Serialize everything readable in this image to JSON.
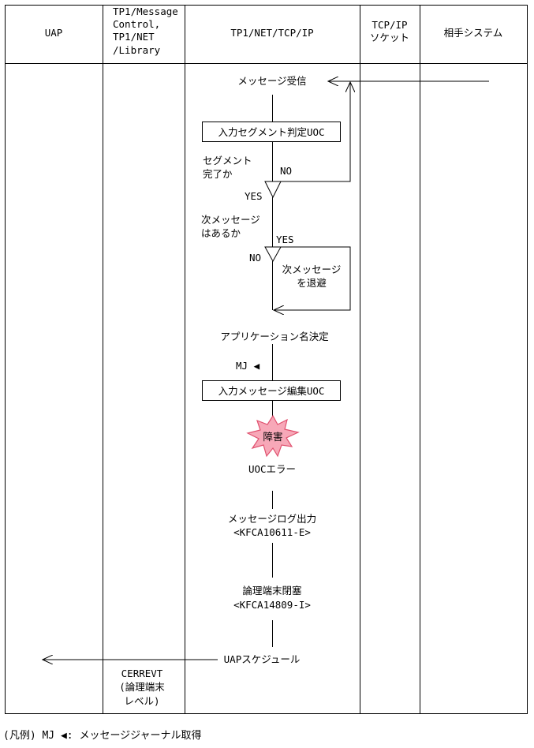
{
  "columns": {
    "uap": "UAP",
    "library": [
      "TP1/Message",
      "Control,",
      "TP1/NET",
      "/Library"
    ],
    "tcpip": "TP1/NET/TCP/IP",
    "socket": [
      "TCP/IP",
      "ソケット"
    ],
    "remote": "相手システム"
  },
  "flow": {
    "receive": "メッセージ受信",
    "segment_uoc": "入力セグメント判定UOC",
    "segment_question": [
      "セグメント",
      "完了か"
    ],
    "no1": "NO",
    "yes1": "YES",
    "next_question": [
      "次メッセージ",
      "はあるか"
    ],
    "yes2": "YES",
    "no2": "NO",
    "save_next": [
      "次メッセージ",
      "を退避"
    ],
    "app_name": "アプリケーション名決定",
    "mj_label": "MJ ◀",
    "edit_uoc": "入力メッセージ編集UOC",
    "fault": "障害",
    "uoc_error": "UOCエラー",
    "log_output": [
      "メッセージログ出力",
      "<KFCA10611-E>"
    ],
    "terminal_close": [
      "論理端末閉塞",
      "<KFCA14809-I>"
    ],
    "uap_schedule": "UAPスケジュール",
    "cerrevt": [
      "CERREVT",
      "(論理端末",
      "レベル)"
    ]
  },
  "legend": "(凡例) MJ ◀: メッセージジャーナル取得",
  "colors": {
    "burst_fill": "#f7a8b8",
    "burst_stroke": "#e0506e",
    "line": "#000000"
  }
}
